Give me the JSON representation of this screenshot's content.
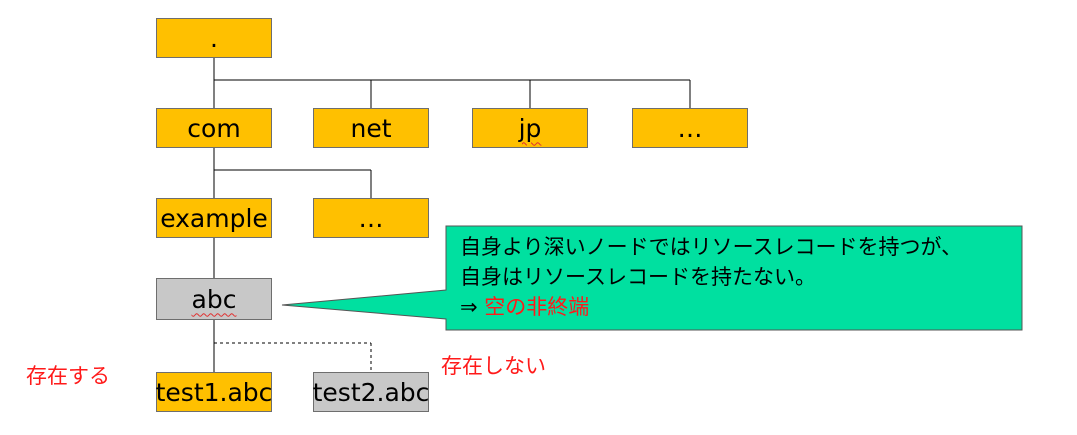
{
  "tree": {
    "root": ".",
    "tlds": [
      "com",
      "net",
      "jp",
      "…"
    ],
    "second_level": [
      "example",
      "…"
    ],
    "empty_node": "abc",
    "children": [
      "test1.abc",
      "test2.abc"
    ]
  },
  "callout": {
    "line1": "自身より深いノードではリソースレコードを持つが、",
    "line2": "自身はリソースレコードを持たない。",
    "arrow": "⇒ ",
    "highlight": "空の非終端"
  },
  "labels": {
    "exists": "存在する",
    "not_exists": "存在しない"
  },
  "colors": {
    "node_fill": "#ffc000",
    "absent_fill": "#c8c8c8",
    "callout_fill": "#00e0a0",
    "label_red": "#ff1a1a"
  }
}
